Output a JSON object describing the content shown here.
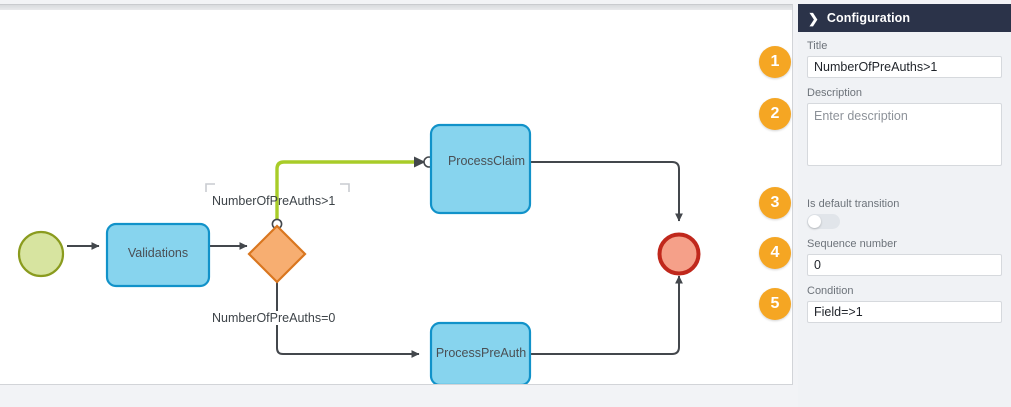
{
  "panel": {
    "header": {
      "icon": "chevron-right-icon",
      "title": "Configuration"
    },
    "fields": [
      {
        "label": "Title",
        "value": "NumberOfPreAuths>1",
        "type": "text",
        "placeholder": ""
      },
      {
        "label": "Description",
        "value": "",
        "type": "textarea",
        "placeholder": "Enter description"
      },
      {
        "label": "Is default transition",
        "value": "off",
        "type": "toggle",
        "placeholder": ""
      },
      {
        "label": "Sequence number",
        "value": "0",
        "type": "text",
        "placeholder": ""
      },
      {
        "label": "Condition",
        "value": "Field=>1",
        "type": "text",
        "placeholder": ""
      }
    ],
    "badges": [
      "1",
      "2",
      "3",
      "4",
      "5"
    ],
    "colors": {
      "header_bg": "#2b3349",
      "panel_bg": "#f0f2f5",
      "badge_bg": "#f5a623",
      "input_bg": "#ffffff",
      "input_border": "#d6d9dd",
      "label_text": "#6d737a"
    }
  },
  "diagram": {
    "type": "bpmn-workflow",
    "colors": {
      "start_fill": "#d7e4a0",
      "start_stroke": "#8a9b1e",
      "task_fill": "#87d4ee",
      "task_stroke": "#1192c9",
      "gateway_fill": "#f7ae71",
      "gateway_stroke": "#d9761f",
      "end_fill": "#f5a089",
      "end_stroke": "#c0281c",
      "edge": "#43474c",
      "edge_selected": "#a8cc28",
      "selection_bracket": "#c9ccd1"
    },
    "nodes": [
      {
        "name": "start-event",
        "label": "",
        "shape": "circle"
      },
      {
        "name": "task-validations",
        "label": "Validations",
        "shape": "rounded-rect"
      },
      {
        "name": "exclusive-gateway",
        "label": "",
        "shape": "diamond"
      },
      {
        "name": "task-processclaim",
        "label": "ProcessClaim",
        "shape": "rounded-rect"
      },
      {
        "name": "task-processpreauth",
        "label": "ProcessPreAuth",
        "shape": "rounded-rect"
      },
      {
        "name": "end-event",
        "label": "",
        "shape": "circle"
      }
    ],
    "edge_labels": [
      {
        "name": "edge-label-preauths-gt-1",
        "text": "NumberOfPreAuths>1",
        "selected": true
      },
      {
        "name": "edge-label-preauths-eq-0",
        "text": "NumberOfPreAuths=0",
        "selected": false
      }
    ]
  }
}
